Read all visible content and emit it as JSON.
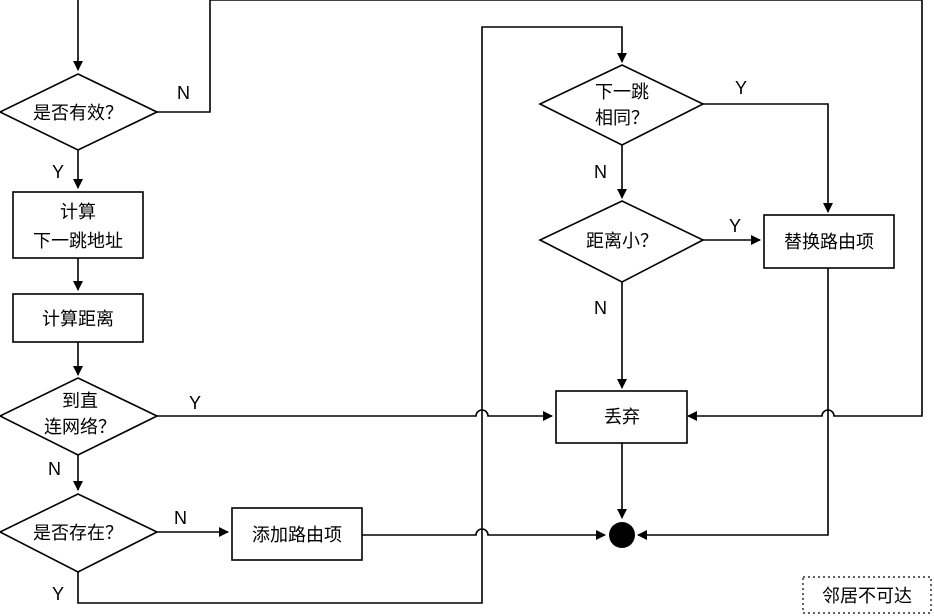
{
  "nodes": {
    "valid_check": {
      "text": "是否有效？"
    },
    "calc_next_hop": {
      "line1": "计算",
      "line2": "下一跳地址"
    },
    "calc_distance": {
      "text": "计算距离"
    },
    "direct_network": {
      "line1": "到直",
      "line2": "连网络？"
    },
    "exists_check": {
      "text": "是否存在？"
    },
    "add_route": {
      "text": "添加路由项"
    },
    "next_hop_same": {
      "line1": "下一跳",
      "line2": "相同？"
    },
    "distance_smaller": {
      "text": "距离小？"
    },
    "replace_route": {
      "text": "替换路由项"
    },
    "discard": {
      "text": "丢弃"
    },
    "neighbor_unreachable": {
      "text": "邻居不可达"
    }
  },
  "labels": {
    "yes": "Y",
    "no": "N"
  },
  "colors": {
    "stroke": "#000000",
    "background": "#ffffff"
  }
}
